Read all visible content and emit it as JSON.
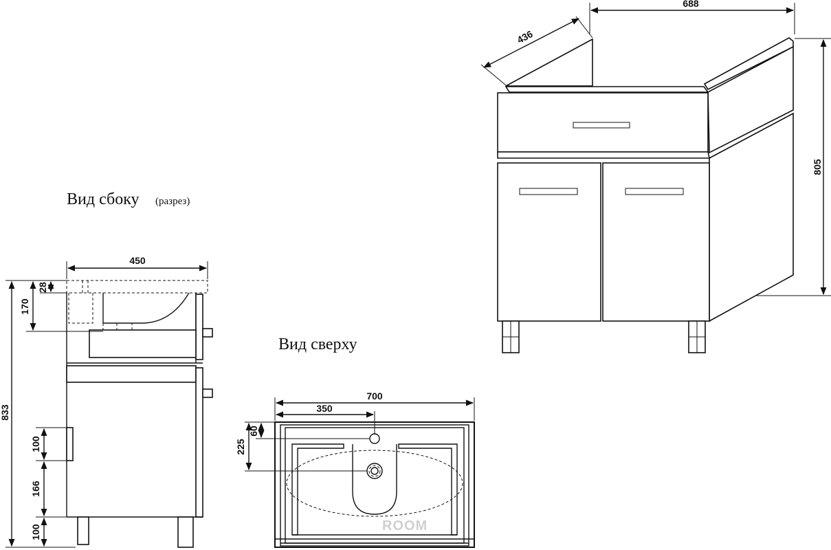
{
  "side_view": {
    "title": "Вид сбоку",
    "subtitle": "(разрез)",
    "dims": {
      "width": "450",
      "top_thickness": "28",
      "basin_depth": "170",
      "total_height": "833",
      "handle_height": "100",
      "handle_offset": "166",
      "leg_height": "100"
    }
  },
  "top_view": {
    "title": "Вид сверху",
    "dims": {
      "width": "700",
      "center": "350",
      "tap_offset": "60",
      "drain_offset": "225"
    },
    "watermark": "ROOM"
  },
  "perspective_view": {
    "dims": {
      "width": "688",
      "depth": "436",
      "height": "805"
    }
  }
}
